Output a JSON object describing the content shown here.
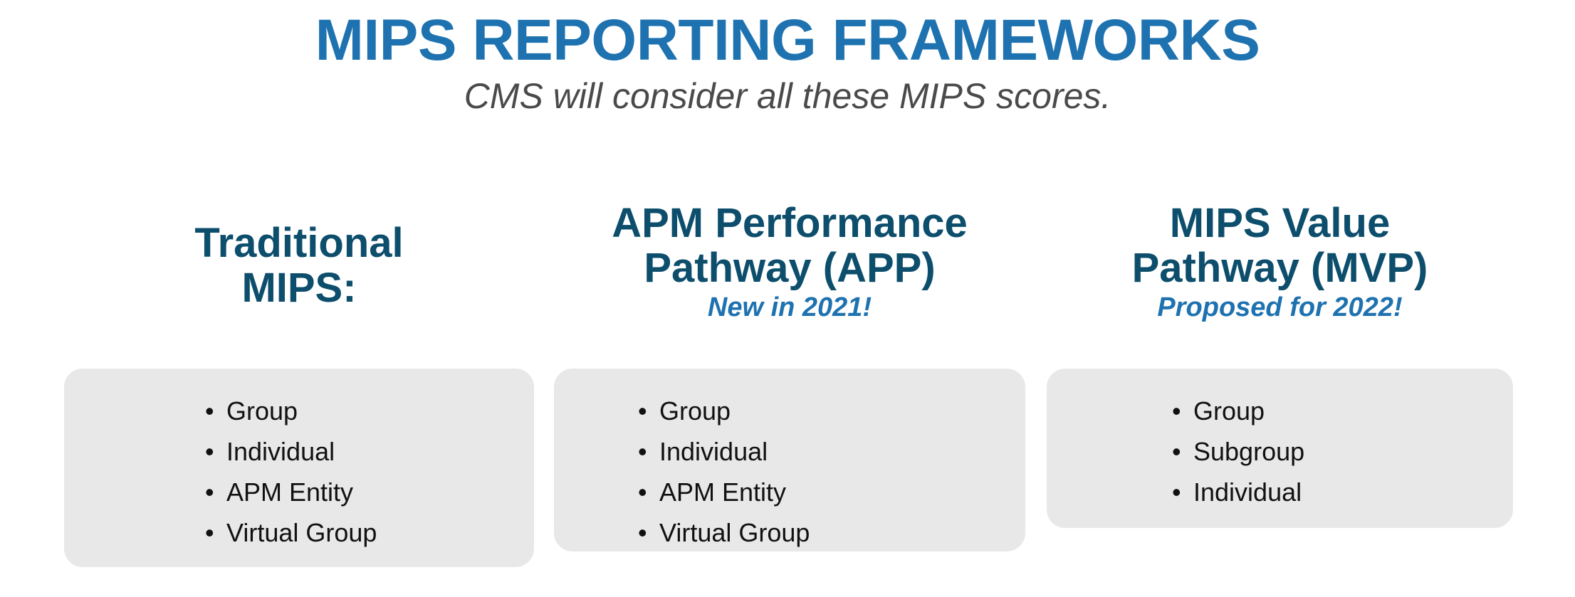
{
  "header": {
    "title": "MIPS REPORTING FRAMEWORKS",
    "subtitle": "CMS will consider all these MIPS scores.",
    "title_color": "#1E72B0",
    "subtitle_color": "#4A4A4A"
  },
  "theme": {
    "background": "#FFFFFF",
    "heading_navy": "#0D4E6C",
    "accent_blue": "#1E72B0",
    "card_gray": "#E8E8E8",
    "body_text": "#111111"
  },
  "columns": [
    {
      "heading": "Traditional\nMIPS:",
      "tagline": "",
      "items": [
        {
          "bullet": "•",
          "label": "Group"
        },
        {
          "bullet": "•",
          "label": "Individual"
        },
        {
          "bullet": "•",
          "label": "APM Entity"
        },
        {
          "bullet": "•",
          "label": "Virtual Group"
        }
      ]
    },
    {
      "heading": "APM Performance\nPathway (APP)",
      "tagline": "New in 2021!",
      "items": [
        {
          "bullet": "•",
          "label": "Group"
        },
        {
          "bullet": "•",
          "label": "Individual"
        },
        {
          "bullet": "•",
          "label": "APM Entity"
        },
        {
          "bullet": "•",
          "label": "Virtual Group"
        }
      ]
    },
    {
      "heading": "MIPS Value\nPathway (MVP)",
      "tagline": "Proposed for 2022!",
      "items": [
        {
          "bullet": "•",
          "label": "Group"
        },
        {
          "bullet": "•",
          "label": "Subgroup"
        },
        {
          "bullet": "•",
          "label": "Individual"
        }
      ]
    }
  ]
}
